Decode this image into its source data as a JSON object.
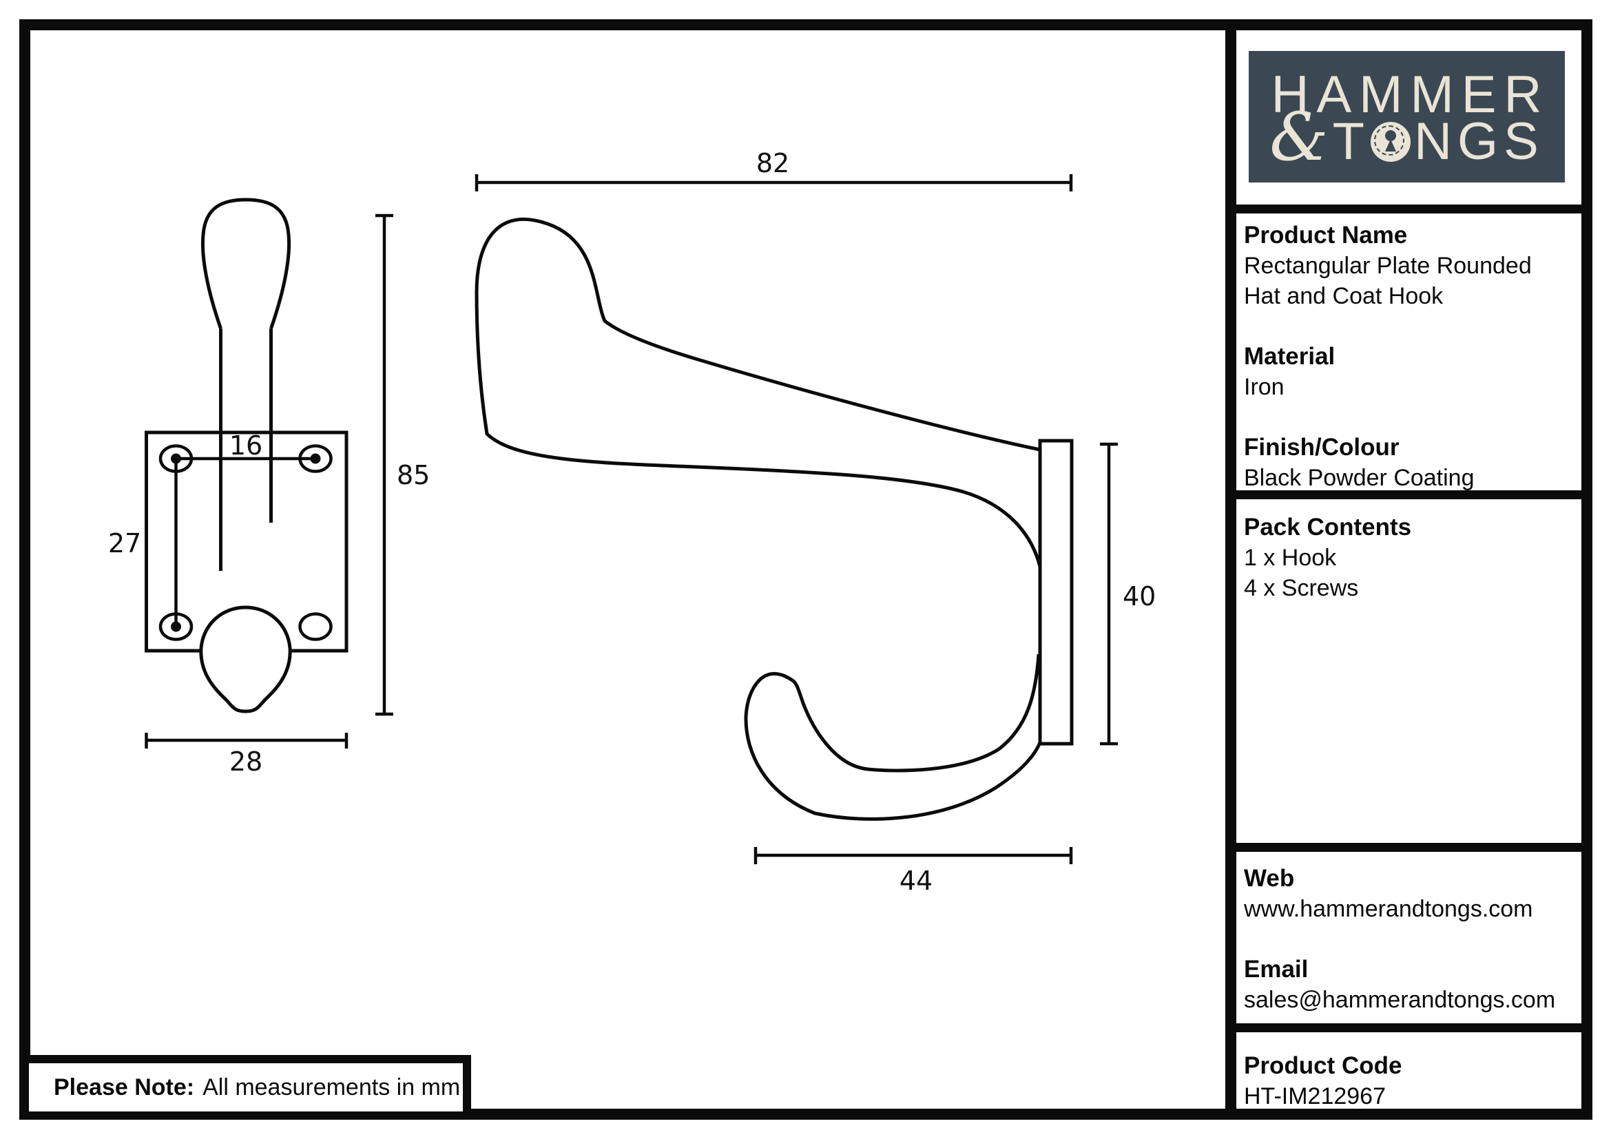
{
  "logo": {
    "line1": "HAMMER",
    "ampersand": "&",
    "tongs_t": "T",
    "tongs_ngs": "NGS",
    "bg_color": "#3b4854",
    "fg_color": "#eae4d6"
  },
  "sidebar": {
    "product_name_label": "Product Name",
    "product_name_line1": "Rectangular Plate Rounded",
    "product_name_line2": "Hat and Coat Hook",
    "material_label": "Material",
    "material_value": "Iron",
    "finish_label": "Finish/Colour",
    "finish_value": "Black Powder Coating",
    "pack_label": "Pack Contents",
    "pack_item1": "1 x Hook",
    "pack_item2": "4 x Screws",
    "web_label": "Web",
    "web_value": "www.hammerandtongs.com",
    "email_label": "Email",
    "email_value": "sales@hammerandtongs.com",
    "code_label": "Product Code",
    "code_value": "HT-IM212967"
  },
  "note": {
    "label": "Please Note:",
    "text": "All measurements in mm"
  },
  "dimensions": {
    "front_hole_spacing_horizontal": "16",
    "front_hole_spacing_vertical": "27",
    "front_overall_height": "85",
    "front_plate_width": "28",
    "side_overall_length": "82",
    "side_plate_height": "40",
    "side_hook_depth": "44"
  }
}
